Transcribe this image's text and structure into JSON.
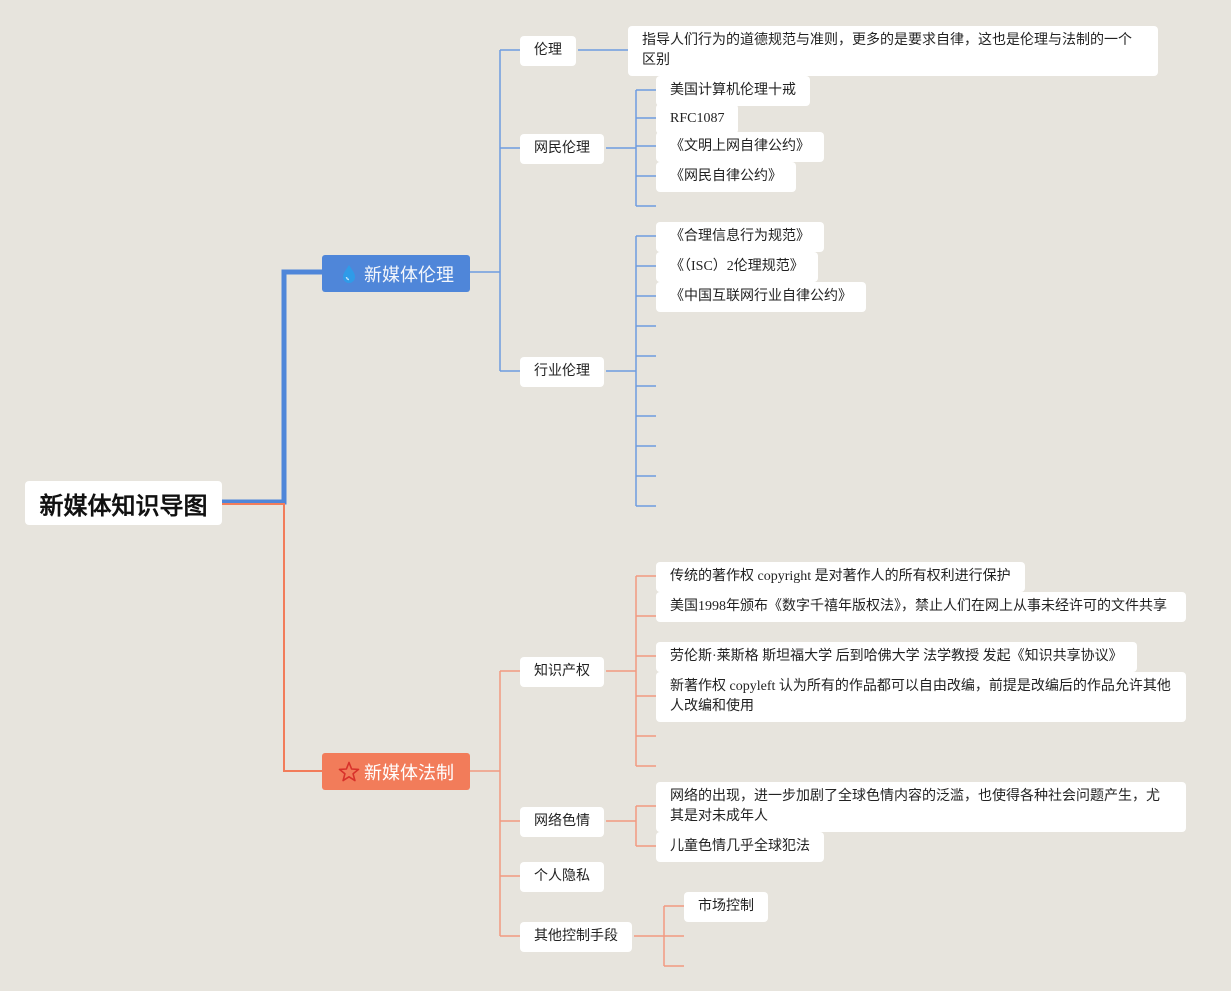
{
  "root": "新媒体知识导图",
  "branches": {
    "ethics": {
      "label": "新媒体伦理",
      "icon": "water-drop-icon",
      "color": "#4f86d9",
      "children": {
        "ethics": {
          "label": "伦理",
          "details": [
            "指导人们行为的道德规范与准则，更多的是要求自律，这也是伦理与法制的一个区别"
          ]
        },
        "netizen": {
          "label": "网民伦理",
          "details": [
            "美国计算机伦理十戒",
            "RFC1087",
            "《文明上网自律公约》",
            "《网民自律公约》"
          ]
        },
        "industry": {
          "label": "行业伦理",
          "details": [
            "《合理信息行为规范》",
            "《（ISC）2伦理规范》",
            "《中国互联网行业自律公约》"
          ]
        }
      }
    },
    "law": {
      "label": "新媒体法制",
      "icon": "star-icon",
      "color": "#f27c5a",
      "children": {
        "ip": {
          "label": "知识产权",
          "details": [
            "传统的著作权 copyright 是对著作人的所有权利进行保护",
            "美国1998年颁布《数字千禧年版权法》，禁止人们在网上从事未经许可的文件共享",
            "劳伦斯·莱斯格 斯坦福大学 后到哈佛大学 法学教授 发起《知识共享协议》",
            "新著作权 copyleft 认为所有的作品都可以自由改编，前提是改编后的作品允许其他人改编和使用"
          ]
        },
        "porn": {
          "label": "网络色情",
          "details": [
            "网络的出现，进一步加剧了全球色情内容的泛滥，也使得各种社会问题产生，尤其是对未成年人",
            "儿童色情几乎全球犯法"
          ]
        },
        "privacy": {
          "label": "个人隐私"
        },
        "other": {
          "label": "其他控制手段",
          "details": [
            "市场控制"
          ]
        }
      }
    }
  }
}
